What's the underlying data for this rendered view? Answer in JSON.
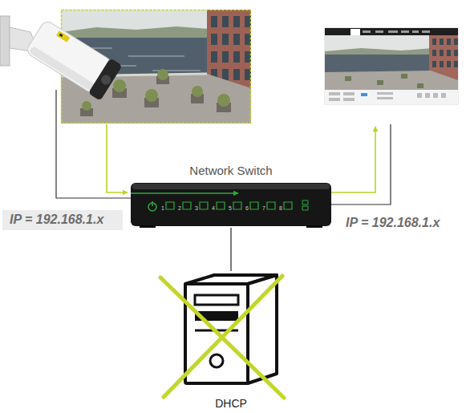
{
  "diagram": {
    "nodes": [
      {
        "text": [
          "Network Switch"
        ]
      },
      {
        "text": [
          "DHCP"
        ]
      }
    ],
    "edges": [
      {
        "from": 0,
        "to": 1,
        "arrow": "none"
      }
    ],
    "labels": [
      "IP = 192.168.1.x",
      "IP = 192.168.1.x",
      "1",
      "2",
      "3",
      "4",
      "5",
      "6",
      "7",
      "8"
    ]
  }
}
